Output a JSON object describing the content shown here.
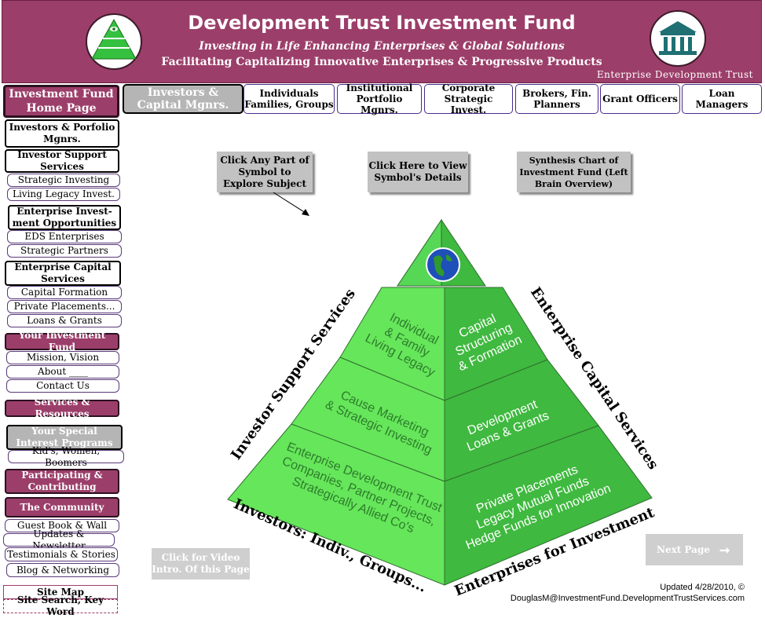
{
  "banner": {
    "title": "Development Trust Investment Fund",
    "subtitle": "Investing in Life Enhancing Enterprises & Global Solutions",
    "tagline": "Facilitating Capitalizing Innovative Enterprises & Progressive Products",
    "org": "Enterprise Development Trust"
  },
  "tabs": [
    {
      "label": "Investors & Capital Mgnrs."
    },
    {
      "label": "Individuals Families, Groups"
    },
    {
      "label": "Institutional Portfolio Mgnrs."
    },
    {
      "label": "Corporate Strategic Invest."
    },
    {
      "label": "Brokers, Fin. Planners"
    },
    {
      "label": "Grant Officers"
    },
    {
      "label": "Loan Managers"
    }
  ],
  "sidebar": {
    "home": "Investment Fund Home Page",
    "investors": "Investors & Porfolio Mgnrs.",
    "investor_support": "Investor Support Services",
    "strategic_investing": "Strategic Investing",
    "living_legacy": "Living Legacy Invest.",
    "enterprise_opps": "Enterprise Invest-ment Opportunities",
    "eds": "EDS Enterprises",
    "partners": "Strategic Partners",
    "capital_services": "Enterprise Capital Services",
    "capital_formation": "Capital Formation",
    "private_placements": "Private Placements...",
    "loans": "Loans & Grants",
    "your_fund": "Your Investment Fund",
    "mission": "Mission, Vision",
    "about": "About ____",
    "contact": "Contact Us",
    "services": "Services & Resources",
    "special": "Your Special Interest Programs",
    "kids": "Kid's, Women, Boomers",
    "participating": "Participating & Contributing",
    "community": "The Community",
    "guestbook": "Guest Book &  Wall",
    "updates": "Updates & Newsletter",
    "testimonials": "Testimonials & Stories",
    "blog": "Blog & Networking",
    "sitemap": "Site Map",
    "search": "Site Search, Key Word"
  },
  "buttons": {
    "explore": "Click Any Part of Symbol to Explore Subject",
    "details": "Click Here to View Symbol's Details",
    "synthesis": "Synthesis Chart of Investment Fund (Left Brain Overview)",
    "video": "Click for Video Intro. Of this Page",
    "next": "Next Page"
  },
  "pyramid": {
    "left_tier1": "Individual & Family Living Legacy",
    "left_tier2": "Cause Marketing & Strategic Investing",
    "left_tier3": "Enterprise Development Trust Companies, Partner Projects, Strategically Allied Co's",
    "right_tier1": "Capital Structuring & Formation",
    "right_tier2": "Development Loans & Grants",
    "right_tier3": "Private Placements Legacy Mutual Funds Hedge Funds for Innovation",
    "label_left": "Investor Support Services",
    "label_right": "Enterprise Capital Services",
    "label_bottom_left": "Investors: Indiv., Groups...",
    "label_bottom_right": "Enterprises for Investment"
  },
  "footer": {
    "updated": "Updated 4/28/2010, ©",
    "email": "DouglasM@InvestmentFund.DevelopmentTrustServices.com"
  },
  "colors": {
    "banner": "#9c3e6a",
    "pyramid_light": "#66e65a",
    "pyramid_dark": "#3fb93f",
    "button_grey": "#c2c2c2"
  }
}
